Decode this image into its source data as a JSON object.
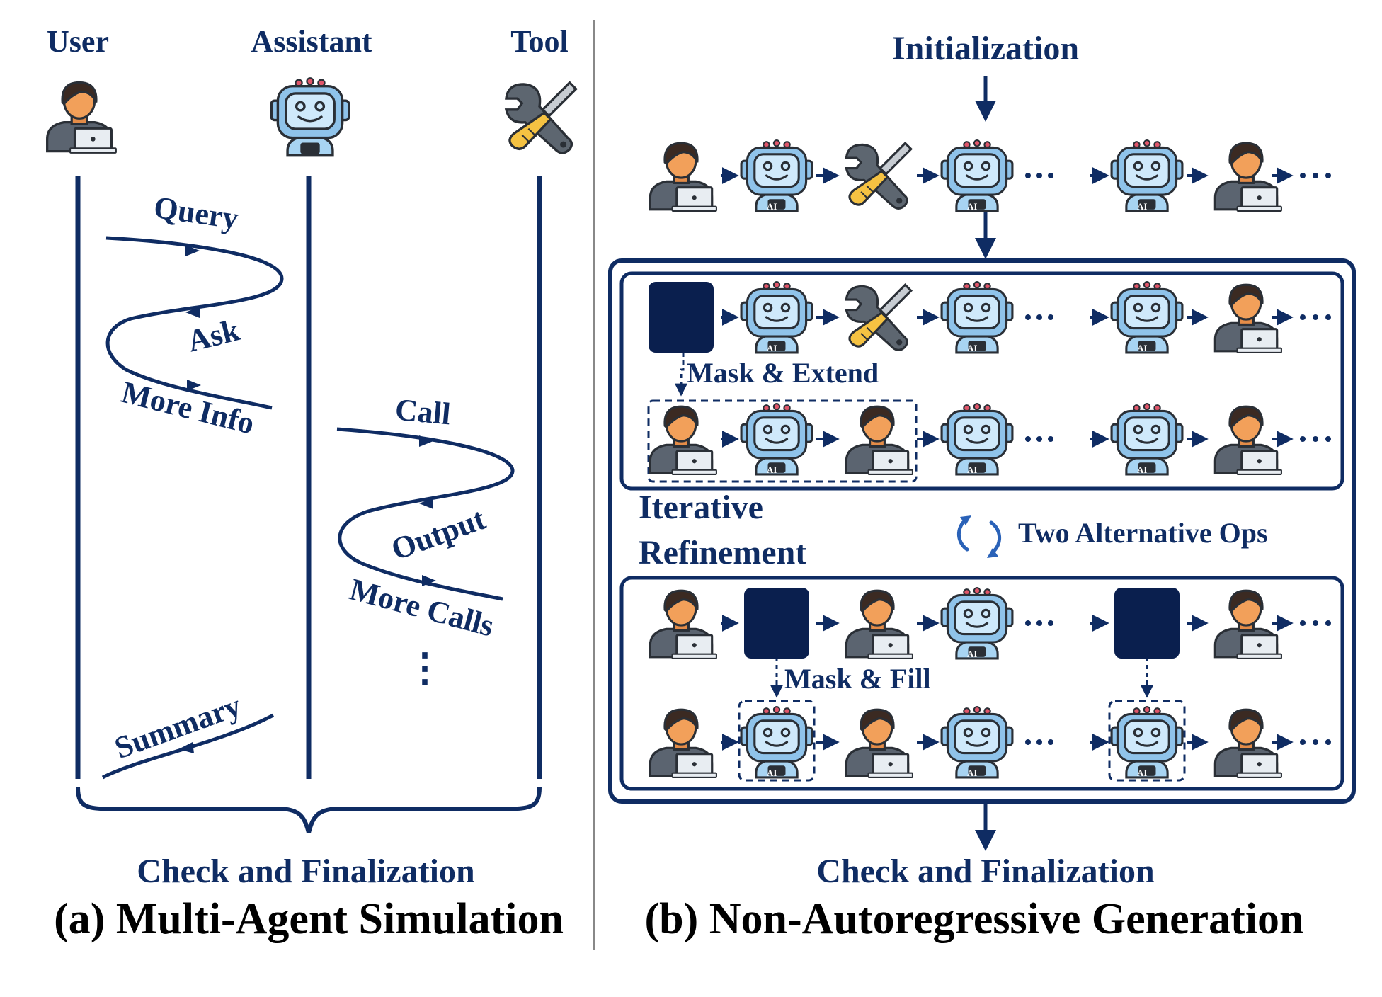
{
  "panel_a": {
    "lanes": {
      "user": "User",
      "assistant": "Assistant",
      "tool": "Tool"
    },
    "messages": {
      "query": "Query",
      "ask": "Ask",
      "more_info": "More Info",
      "call": "Call",
      "output": "Output",
      "more_calls": "More Calls",
      "ellipsis": "⋮",
      "summary": "Summary"
    },
    "final": "Check and Finalization",
    "caption": "(a) Multi-Agent Simulation"
  },
  "panel_b": {
    "initialization": "Initialization",
    "mask_extend": "Mask & Extend",
    "iterative_1": "Iterative",
    "iterative_2": "Refinement",
    "two_ops": "Two Alternative Ops",
    "mask_fill": "Mask & Fill",
    "final": "Check and Finalization",
    "caption": "(b) Non-Autoregressive Generation",
    "ai_badge": "AI",
    "rows": [
      {
        "name": "row-initial",
        "items": [
          "user",
          "assistant",
          "tool",
          "assistant",
          "dots",
          "assistant",
          "user",
          "dots"
        ]
      },
      {
        "name": "row-extend-before",
        "items": [
          "mask",
          "assistant",
          "tool",
          "assistant",
          "dots",
          "assistant",
          "user",
          "dots"
        ]
      },
      {
        "name": "row-extend-after",
        "items": [
          "user",
          "assistant",
          "user",
          "assistant",
          "dots",
          "assistant",
          "user",
          "dots"
        ]
      },
      {
        "name": "row-fill-before",
        "items": [
          "user",
          "mask",
          "user",
          "assistant",
          "dots",
          "mask",
          "user",
          "dots"
        ]
      },
      {
        "name": "row-fill-after",
        "items": [
          "user",
          "assistant",
          "user",
          "assistant",
          "dots",
          "assistant",
          "user",
          "dots"
        ]
      }
    ]
  },
  "colors": {
    "navy": "#0f2c63",
    "mask": "#0a1f4e",
    "skin": "#f2a05a",
    "hair": "#3b2a22",
    "shirt": "#5b6470",
    "robot_screen": "#a8d4f2",
    "robot_body": "#8fc3ea",
    "robot_accent": "#e0566a",
    "wrench": "#5d6670",
    "screwdriver_handle": "#f5c242"
  }
}
